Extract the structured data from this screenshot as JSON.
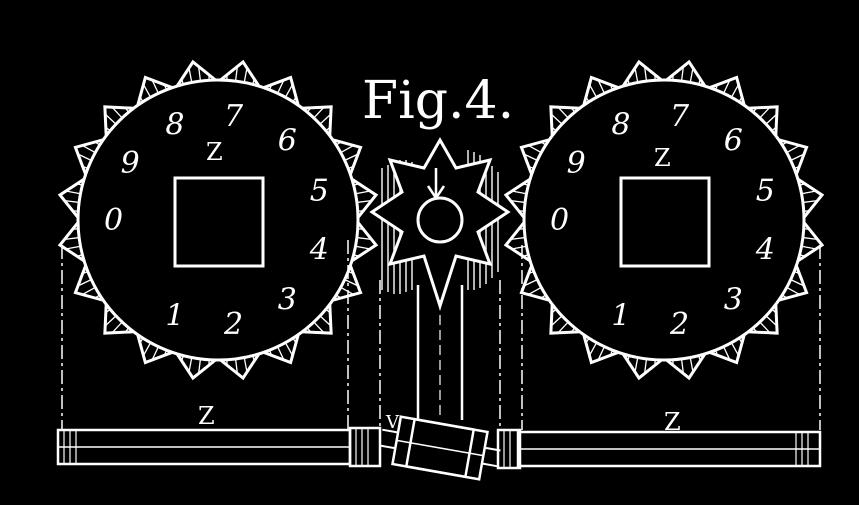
{
  "diagram": {
    "title": "Fig.4.",
    "left_wheel": {
      "center_label": "Z",
      "digits": [
        "0",
        "9",
        "8",
        "7",
        "6",
        "5",
        "4",
        "3",
        "2",
        "1"
      ]
    },
    "right_wheel": {
      "center_label": "Z",
      "digits": [
        "0",
        "9",
        "8",
        "7",
        "6",
        "5",
        "4",
        "3",
        "2",
        "1"
      ]
    },
    "left_shaft_label": "Z",
    "right_shaft_label": "Z",
    "pinion_label": "V",
    "colors": {
      "background": "#000000",
      "stroke": "#ffffff"
    }
  }
}
